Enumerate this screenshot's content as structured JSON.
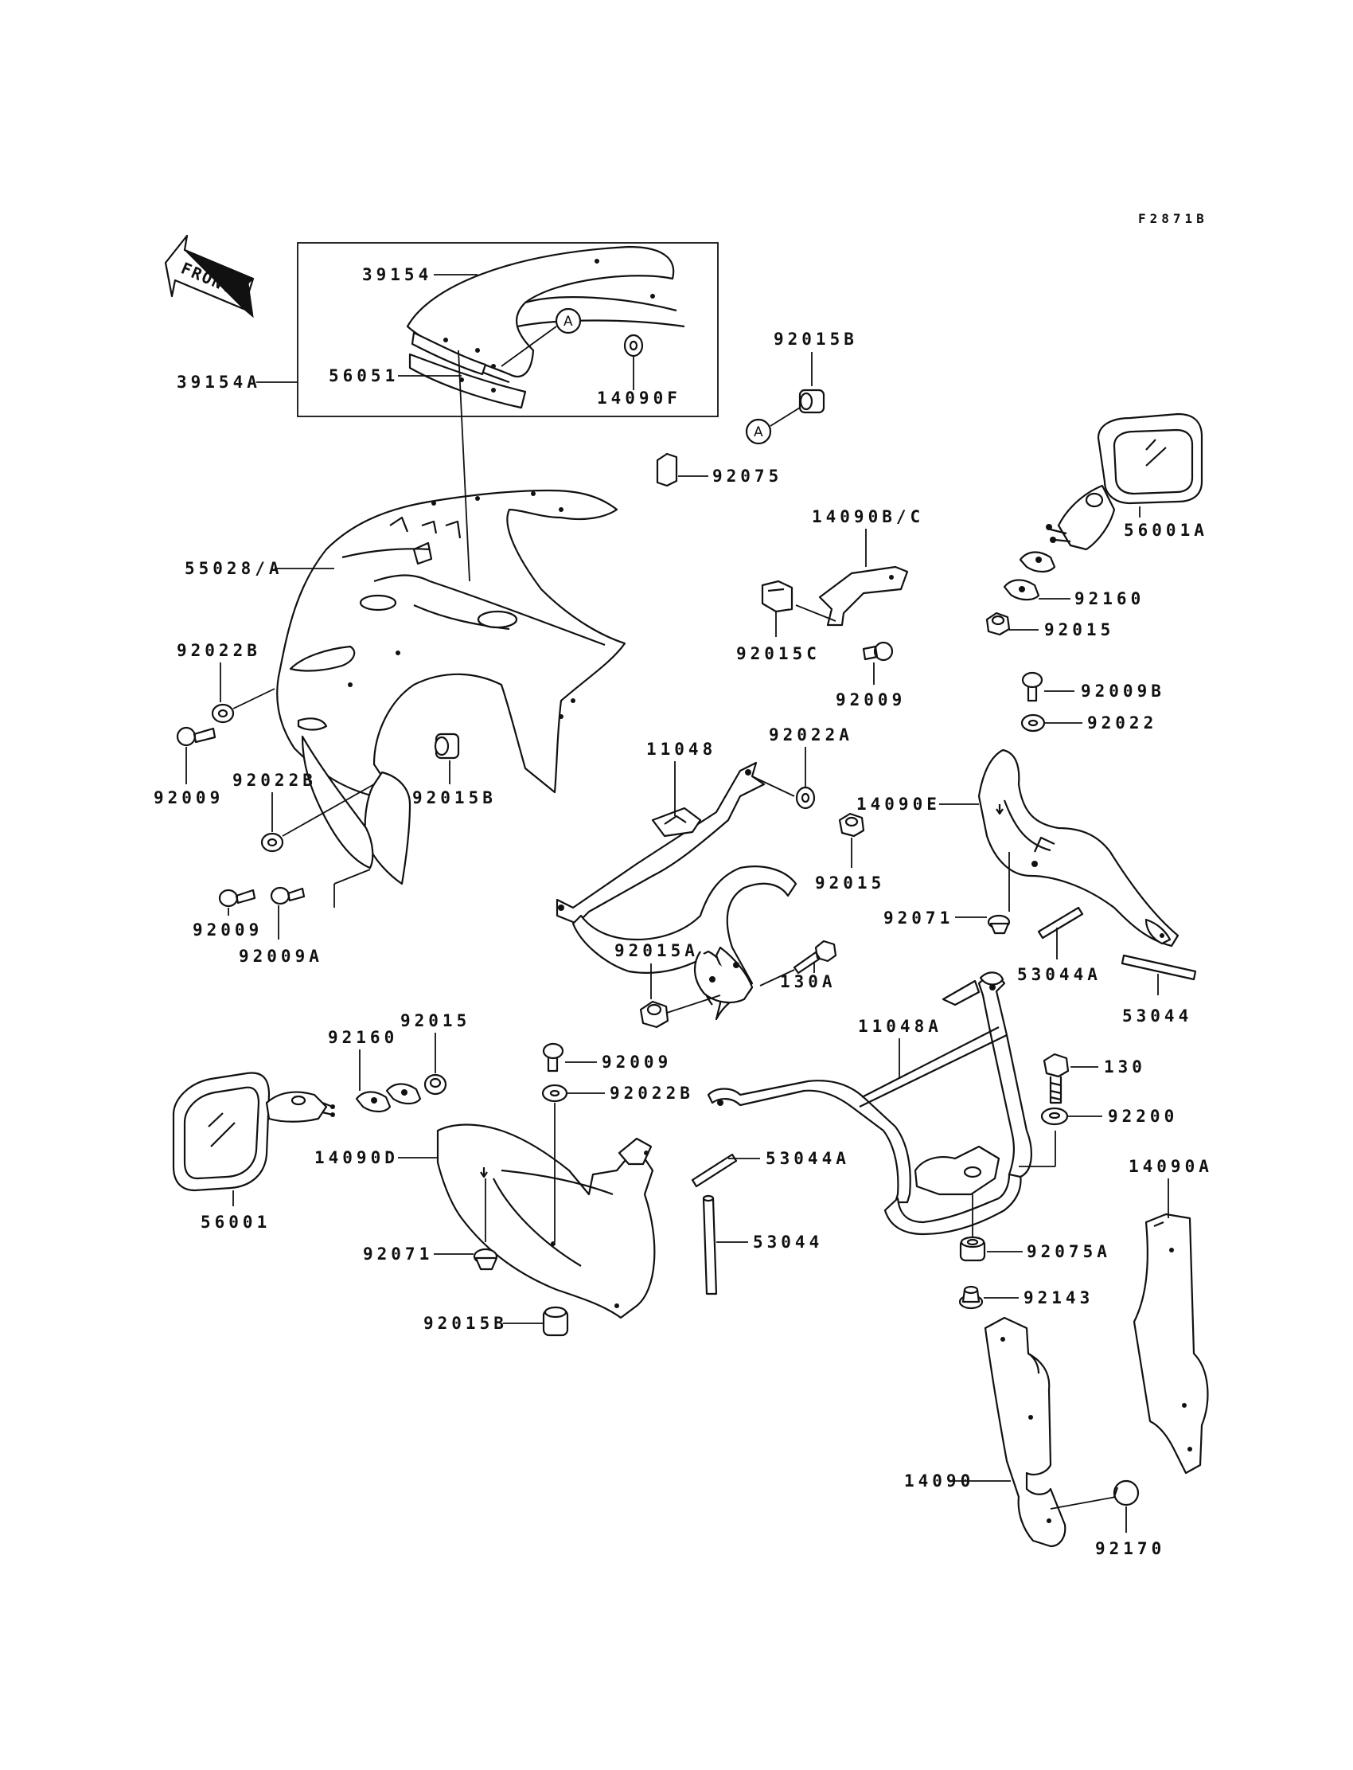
{
  "figure_code": "F2871B",
  "front_label": "FRONT",
  "ref_marker": "A",
  "labels": {
    "p39154": "39154",
    "p39154A": "39154A",
    "p56051": "56051",
    "p14090F": "14090F",
    "p92015B_top": "92015B",
    "p92075": "92075",
    "p55028A": "55028/A",
    "p14090BC": "14090B/C",
    "p56001A": "56001A",
    "p92160_right": "92160",
    "p92015_right": "92015",
    "p92015C": "92015C",
    "p92009_mid": "92009",
    "p92009B": "92009B",
    "p92022_right": "92022",
    "p92022B_left": "92022B",
    "p92009_left": "92009",
    "p92015B_left": "92015B",
    "p92022B_left2": "92022B",
    "p92009_left2": "92009",
    "p92009A": "92009A",
    "p11048": "11048",
    "p92022A": "92022A",
    "p14090E": "14090E",
    "p92015_mid": "92015",
    "p92071_right": "92071",
    "p53044A_right": "53044A",
    "p53044_right": "53044",
    "p92015A": "92015A",
    "p130A": "130A",
    "p92160_left": "92160",
    "p92015_left": "92015",
    "p92009_low": "92009",
    "p92022B_low": "92022B",
    "p11048A": "11048A",
    "p130": "130",
    "p92200": "92200",
    "p14090D": "14090D",
    "p53044A_low": "53044A",
    "p14090A": "14090A",
    "p56001": "56001",
    "p53044_low": "53044",
    "p92075A": "92075A",
    "p92071_low": "92071",
    "p92143": "92143",
    "p92015B_low": "92015B",
    "p14090": "14090",
    "p92170": "92170"
  }
}
